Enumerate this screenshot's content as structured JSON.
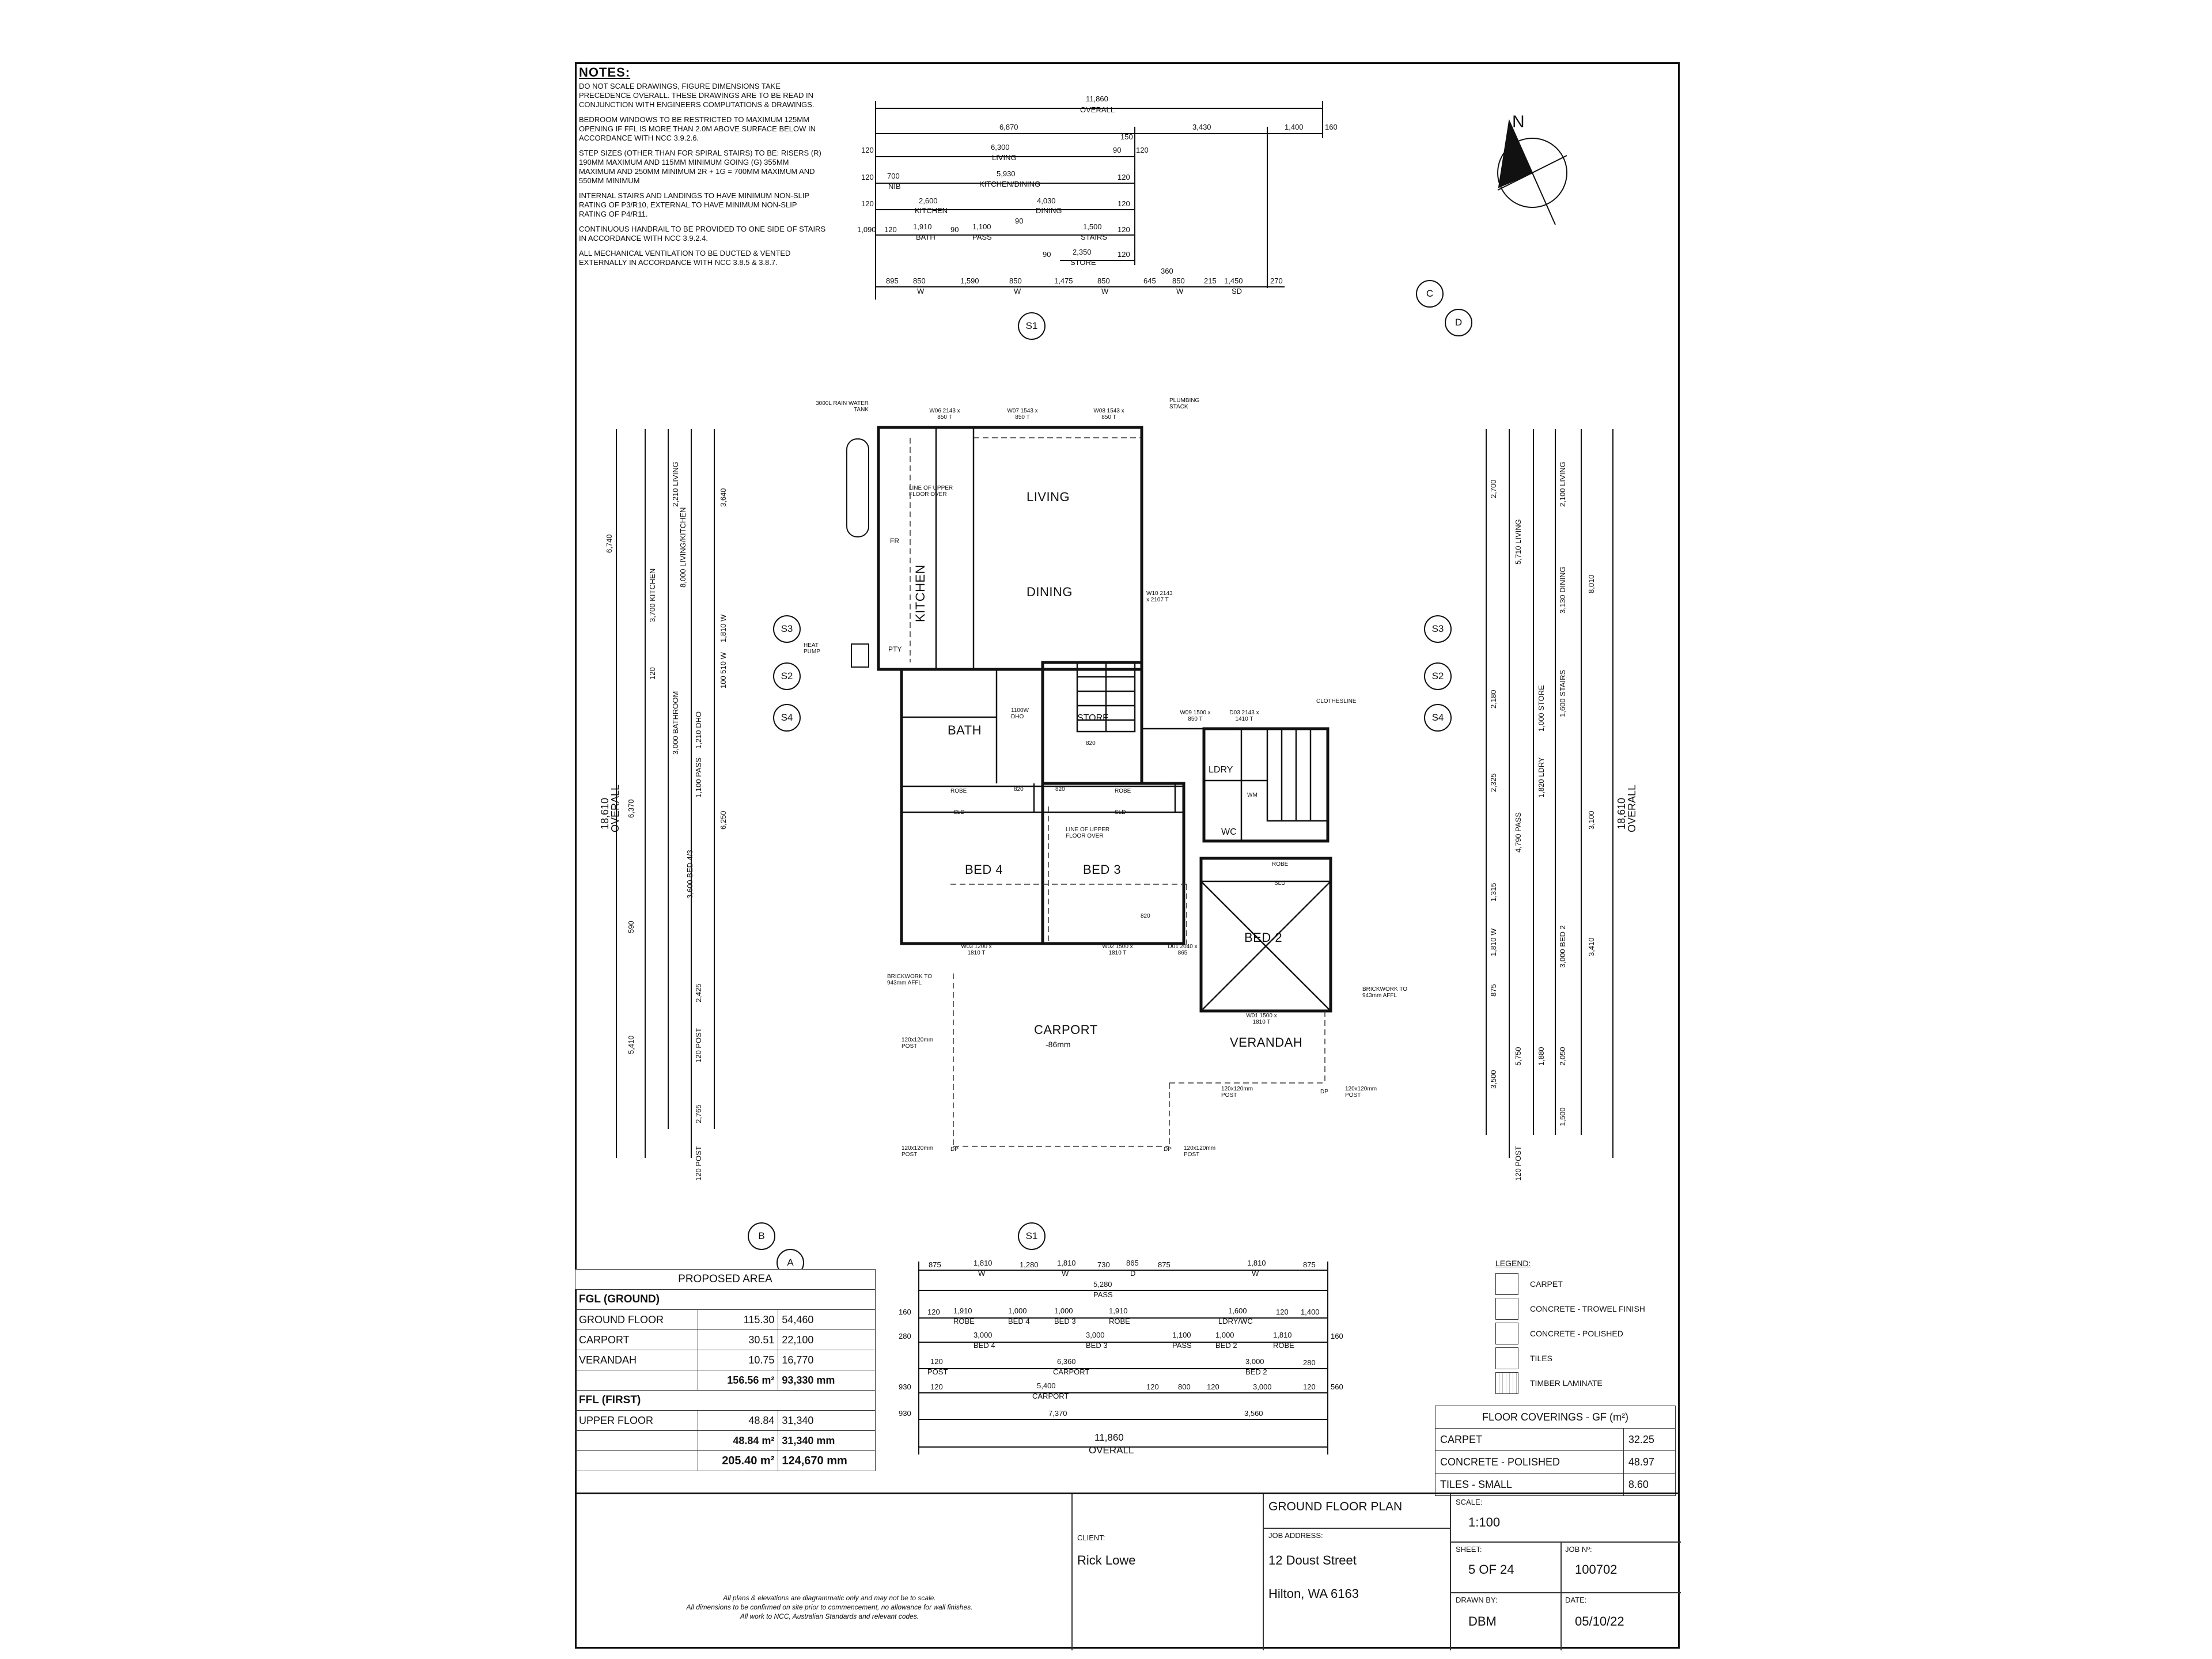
{
  "notes": {
    "heading": "NOTES:",
    "items": [
      "DO NOT SCALE DRAWINGS, FIGURE DIMENSIONS TAKE PRECEDENCE OVERALL. THESE DRAWINGS ARE TO BE READ IN CONJUNCTION WITH ENGINEERS COMPUTATIONS & DRAWINGS.",
      "BEDROOM WINDOWS TO BE RESTRICTED TO MAXIMUM 125mm OPENING IF FFL IS MORE THAN 2.0m ABOVE SURFACE BELOW IN ACCORDANCE WITH NCC 3.9.2.6.",
      "STEP SIZES (OTHER THAN FOR SPIRAL STAIRS) TO BE: RISERS (R) 190mm MAXIMUM AND 115mm MINIMUM GOING (G) 355mm MAXIMUM AND 250mm MINIMUM 2R + 1G = 700mm MAXIMUM AND 550mm MINIMUM",
      "INTERNAL STAIRS AND LANDINGS TO HAVE MINIMUM NON-SLIP RATING OF P3/R10, EXTERNAL TO HAVE MINIMUM NON-SLIP RATING OF P4/R11.",
      "CONTINUOUS HANDRAIL TO BE PROVIDED TO ONE SIDE OF STAIRS IN ACCORDANCE WITH NCC 3.9.2.4.",
      "ALL MECHANICAL VENTILATION TO BE DUCTED & VENTED EXTERNALLY IN ACCORDANCE WITH NCC 3.8.5 & 3.8.7."
    ]
  },
  "top_dims": {
    "overall_value": "11,860",
    "overall_label": "OVERALL",
    "row1": [
      "6,870",
      "3,430",
      "1,400",
      "160"
    ],
    "row2": [
      "120",
      "6,300",
      "LIVING",
      "90",
      "120",
      "150"
    ],
    "row3": [
      "120",
      "700",
      "NIB",
      "5,930",
      "KITCHEN/DINING",
      "120"
    ],
    "row4": [
      "120",
      "2,600",
      "KITCHEN",
      "4,030",
      "DINING",
      "120"
    ],
    "row5": [
      "1,090",
      "120",
      "1,910",
      "BATH",
      "90",
      "1,100",
      "PASS",
      "90",
      "1,500",
      "STAIRS",
      "120"
    ],
    "row6": [
      "90",
      "2,350",
      "STORE",
      "120"
    ],
    "row7": [
      "895",
      "850",
      "W",
      "1,590",
      "850",
      "W",
      "1,475",
      "850",
      "W",
      "645",
      "850",
      "W",
      "215",
      "1,450",
      "SD",
      "270",
      "360"
    ]
  },
  "section_tags": [
    "S1",
    "S1",
    "S2",
    "S2",
    "S3",
    "S3",
    "S4",
    "S4",
    "A",
    "B",
    "C",
    "D"
  ],
  "north": "N",
  "rooms": {
    "living": "LIVING",
    "dining": "DINING",
    "kitchen": "KITCHEN",
    "bath": "BATH",
    "store": "STORE",
    "ldry": "LDRY",
    "wc": "WC",
    "bed4": "BED 4",
    "bed3": "BED 3",
    "bed2": "BED 2",
    "carport": "CARPORT",
    "carport_level": "-86mm",
    "verandah": "VERANDAH",
    "robe": "ROBE",
    "sld": "SLD",
    "pty": "PTY",
    "fr": "FR",
    "wm": "WM",
    "dp": "DP"
  },
  "annotations": {
    "rain_tank": "3000L RAIN WATER TANK",
    "plumbing": "PLUMBING STACK",
    "line_upper": "LINE OF UPPER FLOOR OVER",
    "heat_pump": "HEAT PUMP",
    "clothesline": "CLOTHESLINE",
    "brickwork": "BRICKWORK TO 943mm AFFL",
    "post": "120x120mm POST",
    "dho": "1100W DHO",
    "w06": "W06 2143 x 850 T",
    "w07": "W07 1543 x 850 T",
    "w08": "W08 1543 x 850 T",
    "w10": "W10 2143 x 2107 T",
    "w09": "W09 1500 x 850 T",
    "d03": "D03 2143 x 1410 T",
    "w03": "W03 1200 x 1810 T",
    "w02": "W02 1500 x 1810 T",
    "d01": "D01 2040 x 865",
    "w01": "W01 1500 x 1810 T",
    "d820": "820"
  },
  "left_dims": [
    "6,740",
    "2,210 LIVING",
    "3,700 KITCHEN",
    "8,000 LIVING/KITCHEN",
    "3,640",
    "1,810 W",
    "120",
    "100 510 W",
    "3,000 BATHROOM",
    "1,210 DHO",
    "1,100 PASS",
    "6,370",
    "3,600 BED 4/3",
    "6,250",
    "590",
    "2,425",
    "5,410",
    "120 POST",
    "2,765",
    "18,610",
    "OVERALL",
    "120 POST"
  ],
  "right_dims": [
    "2,700",
    "2,100 LIVING",
    "3,130 DINING",
    "8,010",
    "5,710 LIVING",
    "2,180",
    "1,000 STORE",
    "1,600 STAIRS",
    "2,325",
    "1,820 LDRY",
    "4,790 PASS",
    "3,100",
    "1,315",
    "1,810 W",
    "3,000 BED 2",
    "3,410",
    "875",
    "5,750",
    "1,880",
    "2,050",
    "3,500",
    "1,500",
    "18,610",
    "OVERALL",
    "120 POST"
  ],
  "bottom_dims": {
    "row1": [
      "875",
      "1,810",
      "W",
      "1,280",
      "1,810",
      "W",
      "730",
      "865",
      "D",
      "875",
      "1,810",
      "W",
      "875"
    ],
    "row2": [
      "5,280",
      "PASS"
    ],
    "row3": [
      "160",
      "120",
      "1,910",
      "ROBE",
      "1,000",
      "BED 4",
      "1,000",
      "BED 3",
      "1,910",
      "ROBE",
      "1,600",
      "LDRY/WC",
      "120",
      "1,400"
    ],
    "row4": [
      "280",
      "3,000",
      "BED 4",
      "3,000",
      "BED 3",
      "1,100",
      "PASS",
      "1,000",
      "BED 2",
      "1,810",
      "ROBE",
      "160"
    ],
    "row5": [
      "120",
      "POST",
      "6,360",
      "CARPORT",
      "3,000",
      "BED 2",
      "280"
    ],
    "row6": [
      "930",
      "120",
      "5,400",
      "CARPORT",
      "120",
      "800",
      "120",
      "3,000",
      "120",
      "560"
    ],
    "row7": [
      "930",
      "7,370",
      "3,560"
    ],
    "overall_value": "11,860",
    "overall_label": "OVERALL"
  },
  "proposed_area": {
    "title": "PROPOSED AREA",
    "sections": [
      {
        "name": "FGL (GROUND)",
        "rows": [
          {
            "label": "GROUND FLOOR",
            "area": "115.30",
            "perim": "54,460"
          },
          {
            "label": "CARPORT",
            "area": "30.51",
            "perim": "22,100"
          },
          {
            "label": "VERANDAH",
            "area": "10.75",
            "perim": "16,770"
          }
        ],
        "total_area": "156.56 m²",
        "total_perim": "93,330 mm"
      },
      {
        "name": "FFL (FIRST)",
        "rows": [
          {
            "label": "UPPER FLOOR",
            "area": "48.84",
            "perim": "31,340"
          }
        ],
        "total_area": "48.84 m²",
        "total_perim": "31,340 mm"
      }
    ],
    "grand_area": "205.40 m²",
    "grand_perim": "124,670 mm"
  },
  "legend": {
    "title": "LEGEND:",
    "items": [
      "CARPET",
      "CONCRETE - TROWEL FINISH",
      "CONCRETE - POLISHED",
      "TILES",
      "TIMBER LAMINATE"
    ]
  },
  "floor_coverings": {
    "title": "FLOOR COVERINGS - GF (m²)",
    "rows": [
      {
        "label": "CARPET",
        "value": "32.25"
      },
      {
        "label": "CONCRETE - POLISHED",
        "value": "48.97"
      },
      {
        "label": "TILES - SMALL",
        "value": "8.60"
      }
    ]
  },
  "title_block": {
    "disclaimer": [
      "All plans & elevations are diagrammatic only and may not be to scale.",
      "All dimensions to be confirmed on site prior to commencement, no allowance for wall finishes.",
      "All work to NCC, Australian Standards and relevant codes."
    ],
    "drawing_title": "GROUND FLOOR PLAN",
    "client_label": "CLIENT:",
    "client": "Rick Lowe",
    "address_label": "JOB ADDRESS:",
    "address1": "12 Doust Street",
    "address2": "Hilton, WA 6163",
    "scale_label": "SCALE:",
    "scale": "1:100",
    "sheet_label": "SHEET:",
    "sheet": "5 OF 24",
    "jobno_label": "JOB Nº:",
    "jobno": "100702",
    "drawn_label": "DRAWN BY:",
    "drawn": "DBM",
    "date_label": "DATE:",
    "date": "05/10/22"
  }
}
